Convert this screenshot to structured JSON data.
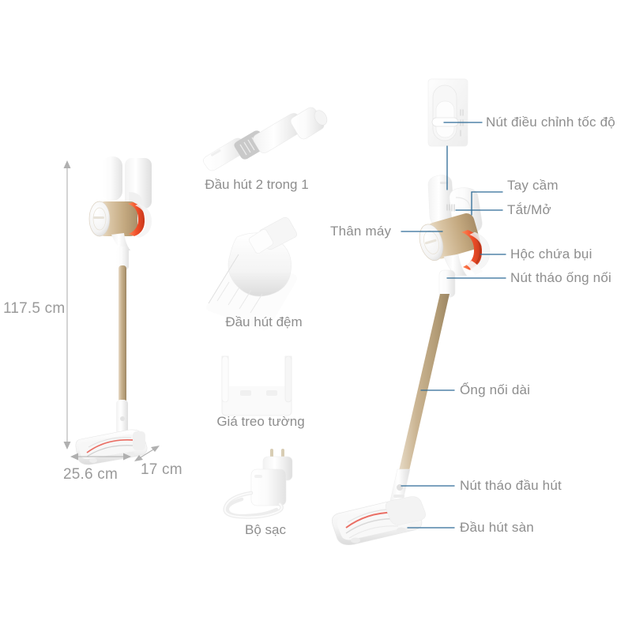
{
  "page": {
    "background": "#ffffff",
    "label_color": "#8e8e8e",
    "leader_color": "#2e6b96",
    "accent_gold": "#c8b08a",
    "accent_red": "#f05a32",
    "product": "cordless stick vacuum exploded diagram"
  },
  "dimensions": {
    "height": "117.5 cm",
    "width": "25.6 cm",
    "depth": "17 cm"
  },
  "accessories": [
    {
      "id": "two-in-one-nozzle",
      "caption": "Đầu hút 2 trong 1"
    },
    {
      "id": "mattress-nozzle",
      "caption": "Đầu hút đệm"
    },
    {
      "id": "wall-mount",
      "caption": "Giá treo tường"
    },
    {
      "id": "charger",
      "caption": "Bộ sạc"
    }
  ],
  "callouts": [
    {
      "id": "speed-button",
      "label": "Nút điều chỉnh tốc độ"
    },
    {
      "id": "handle",
      "label": "Tay cầm"
    },
    {
      "id": "power-switch",
      "label": "Tắt/Mở"
    },
    {
      "id": "dust-bin",
      "label": "Hộc chứa bụi"
    },
    {
      "id": "tube-release",
      "label": "Nút tháo ống nối"
    },
    {
      "id": "main-body",
      "label": "Thân máy"
    },
    {
      "id": "extension-tube",
      "label": "Ống nối dài"
    },
    {
      "id": "brush-head-release",
      "label": "Nút tháo đầu hút"
    },
    {
      "id": "floor-brush-head",
      "label": "Đầu hút sàn"
    }
  ]
}
